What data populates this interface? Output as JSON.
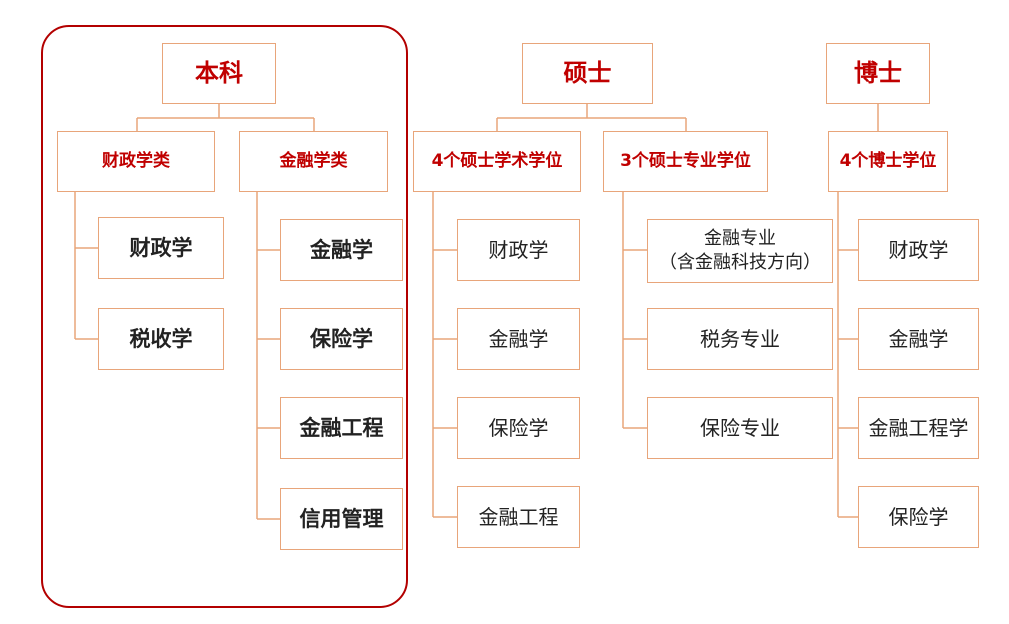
{
  "levels": {
    "bachelor": {
      "title": "本科",
      "groups": [
        {
          "name": "财政学类",
          "items": [
            "财政学",
            "税收学"
          ]
        },
        {
          "name": "金融学类",
          "items": [
            "金融学",
            "保险学",
            "金融工程",
            "信用管理"
          ]
        }
      ]
    },
    "master": {
      "title": "硕士",
      "groups": [
        {
          "name": "4个硕士学术学位",
          "items": [
            "财政学",
            "金融学",
            "保险学",
            "金融工程"
          ]
        },
        {
          "name": "3个硕士专业学位",
          "items": [
            "金融专业\n（含金融科技方向）",
            "税务专业",
            "保险专业"
          ]
        }
      ]
    },
    "doctor": {
      "title": "博士",
      "groups": [
        {
          "name": "4个博士学位",
          "items": [
            "财政学",
            "金融学",
            "金融工程学",
            "保险学"
          ]
        }
      ]
    }
  },
  "colors": {
    "highlight_border": "#b30000",
    "box_border": "#e8a57a",
    "heading_text": "#c00000",
    "item_text": "#222222"
  }
}
